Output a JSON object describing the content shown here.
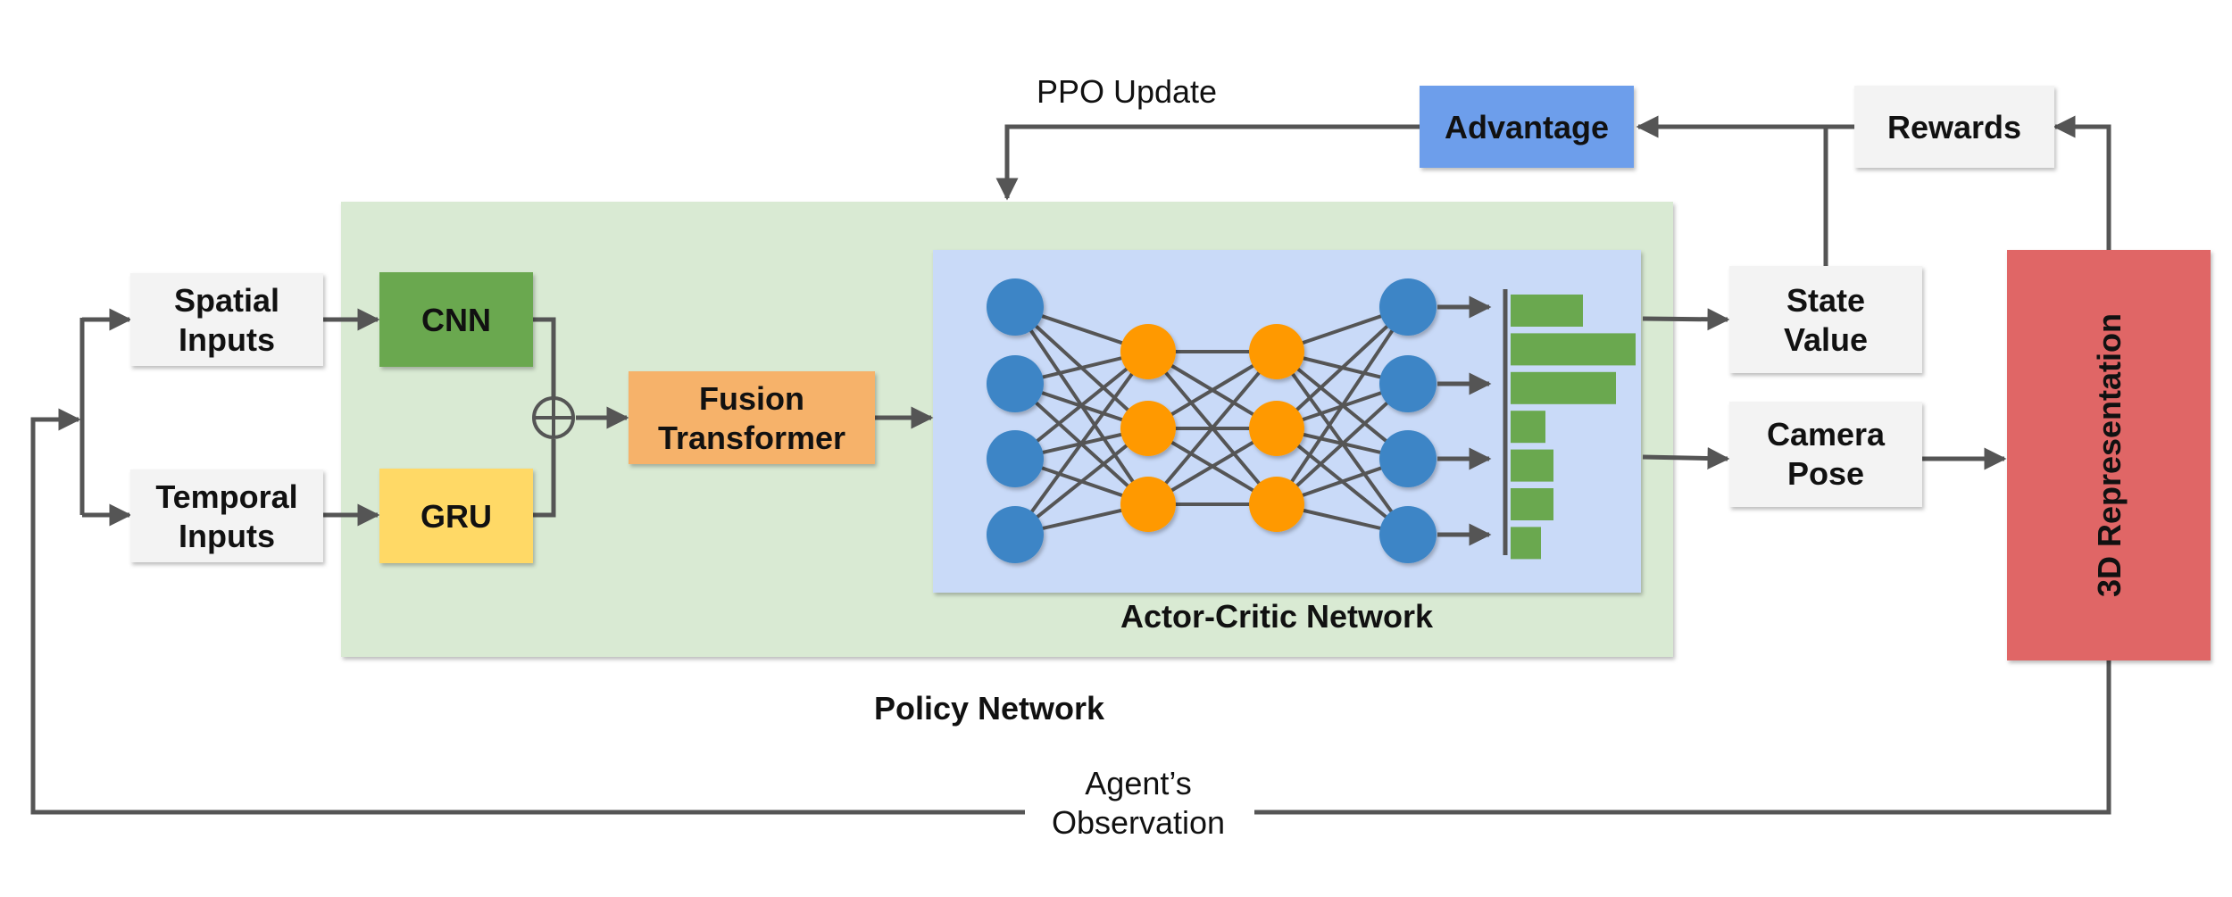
{
  "labels": {
    "ppo_update": "PPO Update",
    "advantage": "Advantage",
    "rewards": "Rewards",
    "spatial_1": "Spatial",
    "spatial_2": "Inputs",
    "temporal_1": "Temporal",
    "temporal_2": "Inputs",
    "cnn": "CNN",
    "gru": "GRU",
    "fusion_1": "Fusion",
    "fusion_2": "Transformer",
    "actor_critic": "Actor-Critic Network",
    "policy_network": "Policy Network",
    "state_value_1": "State",
    "state_value_2": "Value",
    "camera_pose_1": "Camera",
    "camera_pose_2": "Pose",
    "representation_3d": "3D Representation",
    "observation_1": "Agent’s",
    "observation_2": "Observation"
  },
  "output_distribution": [
    0.58,
    1.0,
    0.84,
    0.28,
    0.34,
    0.34,
    0.24
  ],
  "colors": {
    "policy_bg": "#d9ead3",
    "actor_bg": "#c9daf8",
    "cnn": "#6aa84f",
    "gru": "#ffd966",
    "fusion": "#f6b26b",
    "advantage": "#6d9eeb",
    "representation": "#e06666",
    "gray_box": "#f3f3f3",
    "node_blue": "#3d85c6",
    "node_orange": "#ff9900",
    "bar_green": "#6aa84f",
    "line": "#555555"
  }
}
